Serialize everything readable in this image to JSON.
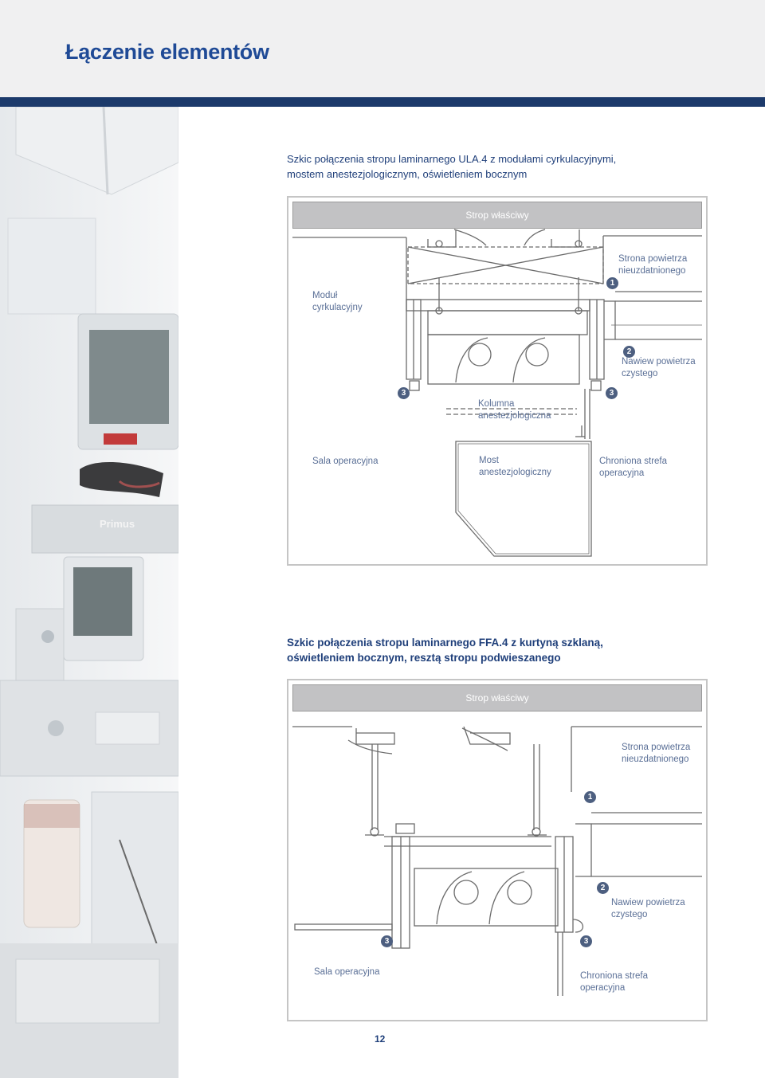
{
  "header": {
    "title": "Łączenie elementów"
  },
  "photo": {
    "brand_text": "Primus"
  },
  "ula": {
    "caption_line1": "Szkic połączenia stropu laminarnego ULA.4 z modułami cyrkulacyjnymi,",
    "caption_line2": "mostem anestezjologicznym, oświetleniem bocznym",
    "ceiling_label": "Strop właściwy",
    "module_line1": "Moduł",
    "module_line2": "cyrkulacyjny",
    "side_line1": "Strona powietrza",
    "side_line2": "nieuzdatnionego",
    "inlet_line1": "Nawiew powietrza",
    "inlet_line2": "czystego",
    "column_line1": "Kolumna",
    "column_line2": "anestezjologiczna",
    "room_label": "Sala operacyjna",
    "bridge_line1": "Most",
    "bridge_line2": "anestezjologiczny",
    "zone_line1": "Chroniona strefa",
    "zone_line2": "operacyjna",
    "n1": "1",
    "n2": "2",
    "n3a": "3",
    "n3b": "3"
  },
  "ffa": {
    "caption_line1": "Szkic połączenia stropu laminarnego FFA.4 z kurtyną szklaną,",
    "caption_line2": "oświetleniem bocznym, resztą stropu podwieszanego",
    "ceiling_label": "Strop właściwy",
    "side_line1": "Strona powietrza",
    "side_line2": "nieuzdatnionego",
    "inlet_line1": "Nawiew powietrza",
    "inlet_line2": "czystego",
    "room_label": "Sala operacyjna",
    "zone_line1": "Chroniona strefa",
    "zone_line2": "operacyjna",
    "n1": "1",
    "n2": "2",
    "n3a": "3",
    "n3b": "3"
  },
  "footer": {
    "page_number": "12"
  }
}
